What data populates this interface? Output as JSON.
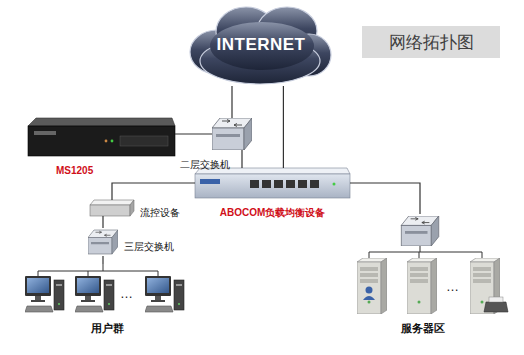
{
  "diagram": {
    "title": "网络拓扑图",
    "nodes": [
      {
        "text": [
          "INTERNET"
        ]
      },
      {
        "text": [
          "二层交换机"
        ]
      },
      {
        "text": [
          "MS1205"
        ]
      },
      {
        "text": [
          "ABOCOM负载均衡设备"
        ]
      },
      {
        "text": [
          "流控设备"
        ]
      },
      {
        "text": [
          "三层交换机"
        ]
      },
      {
        "text": [
          "用户群"
        ]
      },
      {
        "text": [
          "服务器区"
        ]
      }
    ],
    "edges": [
      {
        "from": 0,
        "to": 1,
        "arrow": "none"
      },
      {
        "from": 0,
        "to": 3,
        "arrow": "none"
      },
      {
        "from": 1,
        "to": 2,
        "arrow": "none"
      },
      {
        "from": 1,
        "to": 3,
        "arrow": "none"
      },
      {
        "from": 3,
        "to": 4,
        "arrow": "none"
      },
      {
        "from": 4,
        "to": 5,
        "arrow": "none"
      },
      {
        "from": 5,
        "to": 6,
        "arrow": "none"
      },
      {
        "from": 3,
        "to": 7,
        "arrow": "none"
      }
    ],
    "labels": [
      "…",
      "…"
    ]
  }
}
